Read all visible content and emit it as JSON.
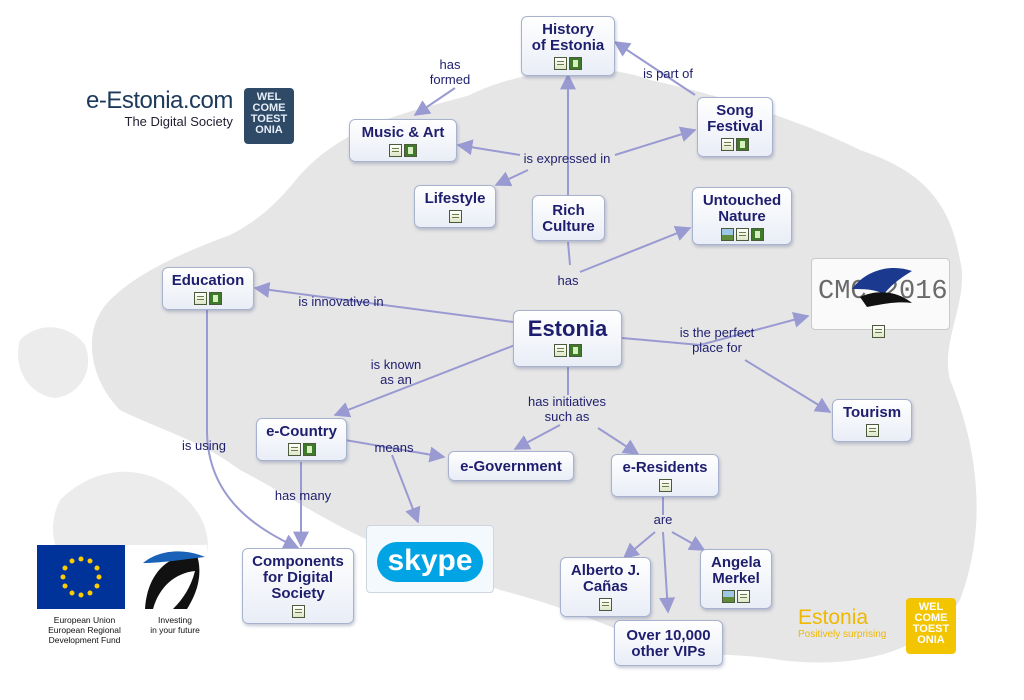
{
  "colors": {
    "link": "#9a9ad2",
    "text": "#1e1e6e",
    "map": "#e4e4e4"
  },
  "branding": {
    "eestonia_title": "e-Estonia.com",
    "eestonia_sub": "The Digital Society",
    "welcome_lines": [
      "WEL",
      "COME",
      "TOEST",
      "ONIA"
    ],
    "cmc_text": "CMC 2016",
    "skype_text": "skype",
    "eu_caption": "European Union\nEuropean Regional\nDevelopment Fund",
    "invest_caption": "Investing\nin your future",
    "estonia_brand": "Estonia",
    "estonia_tagline": "Positively surprising"
  },
  "nodes": {
    "history": {
      "label": "History\nof Estonia",
      "icons": [
        "doc",
        "film"
      ]
    },
    "music": {
      "label": "Music & Art",
      "icons": [
        "doc",
        "film"
      ]
    },
    "song": {
      "label": "Song\nFestival",
      "icons": [
        "doc",
        "film"
      ]
    },
    "lifestyle": {
      "label": "Lifestyle",
      "icons": [
        "doc"
      ]
    },
    "rich": {
      "label": "Rich\nCulture",
      "icons": []
    },
    "nature": {
      "label": "Untouched\nNature",
      "icons": [
        "img",
        "doc",
        "film"
      ]
    },
    "education": {
      "label": "Education",
      "icons": [
        "doc",
        "film"
      ]
    },
    "estonia": {
      "label": "Estonia",
      "icons": [
        "doc",
        "film"
      ]
    },
    "cmc": {
      "label": "",
      "icons": [
        "doc"
      ]
    },
    "tourism": {
      "label": "Tourism",
      "icons": [
        "doc"
      ]
    },
    "ecountry": {
      "label": "e-Country",
      "icons": [
        "doc",
        "film"
      ]
    },
    "egov": {
      "label": "e-Government",
      "icons": []
    },
    "eres": {
      "label": "e-Residents",
      "icons": [
        "doc"
      ]
    },
    "components": {
      "label": "Components\nfor Digital\nSociety",
      "icons": [
        "doc"
      ]
    },
    "alberto": {
      "label": "Alberto J.\nCañas",
      "icons": [
        "doc"
      ]
    },
    "angela": {
      "label": "Angela\nMerkel",
      "icons": [
        "img",
        "doc"
      ]
    },
    "vips": {
      "label": "Over 10,000\nother VIPs",
      "icons": []
    }
  },
  "links": {
    "has_formed": "has\nformed",
    "is_part_of": "is part of",
    "is_expressed_in": "is expressed in",
    "has": "has",
    "is_innovative_in": "is innovative in",
    "is_perfect_place": "is the perfect\nplace for",
    "is_known_as": "is known\nas an",
    "has_initiatives": "has initiatives\nsuch as",
    "is_using": "is using",
    "means": "means",
    "has_many": "has many",
    "are": "are"
  }
}
